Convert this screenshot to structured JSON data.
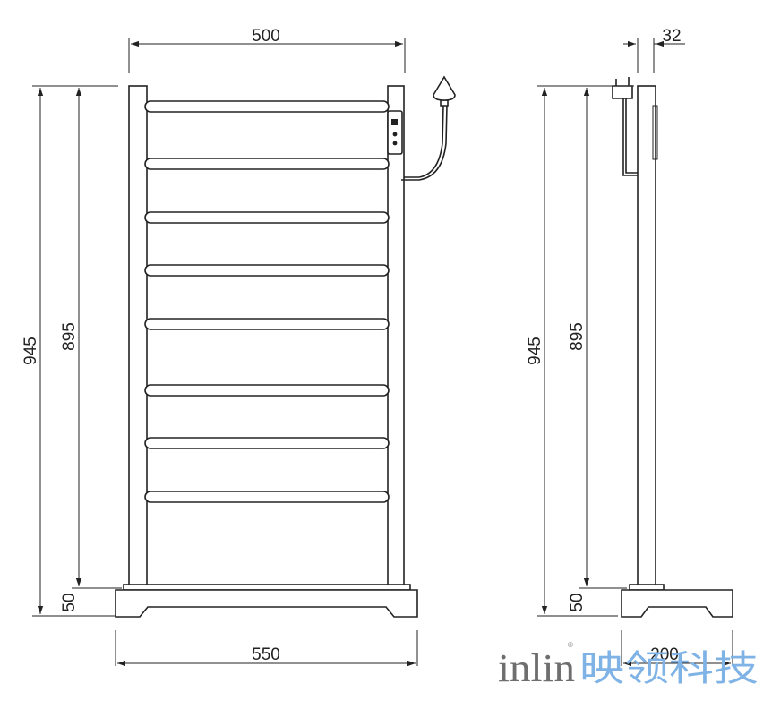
{
  "front_view": {
    "width_top": "500",
    "total_height": "945",
    "inner_height": "895",
    "base_height": "50",
    "base_width": "550"
  },
  "side_view": {
    "depth_top": "32",
    "total_height": "945",
    "inner_height": "895",
    "base_height": "50",
    "base_depth": "200"
  },
  "logo": {
    "latin": "inlin",
    "reg": "®",
    "chinese": "映领科技"
  },
  "colors": {
    "line": "#222222",
    "logo_grey": "#6e6e6e",
    "logo_blue": "#7fb3e6"
  }
}
